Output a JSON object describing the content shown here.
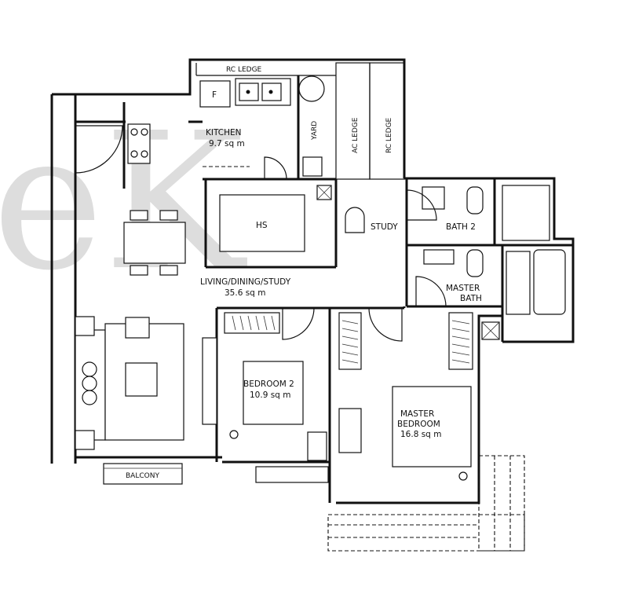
{
  "watermark": "eK",
  "rooms": {
    "rc_ledge_top": "RC LEDGE",
    "fridge": "F",
    "kitchen_name": "KITCHEN",
    "kitchen_area": "9.7 sq m",
    "yard": "YARD",
    "ac_ledge": "AC LEDGE",
    "rc_ledge_side": "RC LEDGE",
    "hs": "HS",
    "study": "STUDY",
    "bath2": "BATH 2",
    "master_bath_1": "MASTER",
    "master_bath_2": "BATH",
    "living_name": "LIVING/DINING/STUDY",
    "living_area": "35.6 sq m",
    "bedroom2_name": "BEDROOM  2",
    "bedroom2_area": "10.9 sq m",
    "master_bed_1": "MASTER",
    "master_bed_2": "BEDROOM",
    "master_bed_area": "16.8 sq m",
    "balcony": "BALCONY"
  },
  "colors": {
    "ink": "#111111",
    "watermark": "#c8c8c8",
    "paper": "#ffffff"
  }
}
